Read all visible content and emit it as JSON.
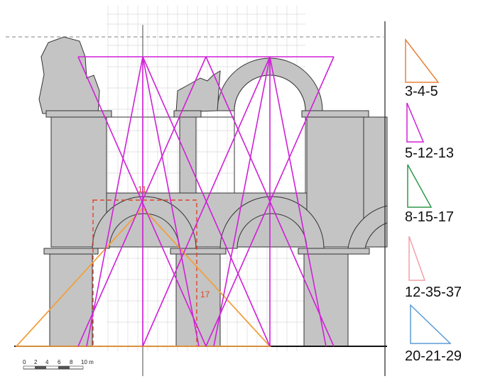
{
  "diagram": {
    "annotations": {
      "top_width_label": "11",
      "side_label": "17"
    },
    "scale_bar": {
      "ticks": [
        "0",
        "2",
        "4",
        "6",
        "8",
        "10 m"
      ]
    },
    "legend": [
      {
        "label": "3-4-5",
        "color": "#e8823a",
        "icon": "right-triangle-3-4-5-icon"
      },
      {
        "label": "5-12-13",
        "color": "#d020d8",
        "icon": "right-triangle-5-12-13-icon"
      },
      {
        "label": "8-15-17",
        "color": "#2e9a4a",
        "icon": "right-triangle-8-15-17-icon"
      },
      {
        "label": "12-35-37",
        "color": "#f2a0a8",
        "icon": "right-triangle-12-35-37-icon"
      },
      {
        "label": "20-21-29",
        "color": "#5b9bd5",
        "icon": "right-triangle-20-21-29-icon"
      }
    ],
    "colors": {
      "masonry": "#c4c4c4",
      "outline": "#333333",
      "grid": "#dadada",
      "orange": "#f0a040",
      "magenta": "#d020d8",
      "red_dashed": "#e0442a"
    }
  }
}
